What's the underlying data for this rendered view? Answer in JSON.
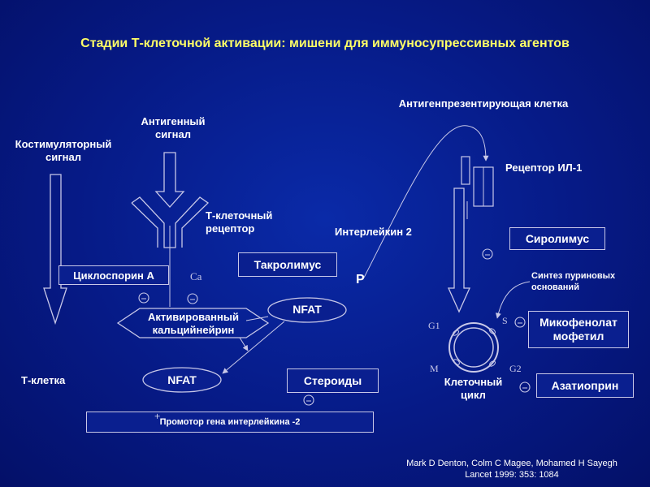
{
  "title": "Стадии Т-клеточной активации: мишени для иммуносупрессивных агентов",
  "labels": {
    "costim": "Костимуляторный сигнал",
    "antigen_signal": "Антигенный сигнал",
    "tcr": "Т-клеточный рецептор",
    "apc": "Антигенпрезентирующая клетка",
    "il1_receptor": "Рецептор ИЛ-1",
    "il2": "Интерлейкин 2",
    "calcium": "Ca",
    "activated_calcineurin": "Активированный кальцийнейрин",
    "p": "P",
    "t_cell": "Т-клетка",
    "purine_synthesis": "Синтез пуриновых оснований",
    "cell_cycle": "Клеточный цикл",
    "g1": "G1",
    "s": "S",
    "m": "M",
    "g2": "G2",
    "plus": "+"
  },
  "boxes": {
    "cyclosporin": "Циклоспорин А",
    "tacrolimus": "Такролимус",
    "nfat_top": "NFAT",
    "nfat_bottom": "NFAT",
    "steroids": "Стероиды",
    "promoter": "Промотор гена интерлейкина -2",
    "sirolimus": "Сиролимус",
    "mycophenolate": "Микофенолат мофетил",
    "azathioprine": "Азатиоприн"
  },
  "citation": {
    "authors": "Mark D Denton, Colm C Magee, Mohamed H Sayegh",
    "source": "Lancet 1999: 353: 1084"
  },
  "colors": {
    "title": "#ffff66",
    "text": "#ffffff",
    "lines": "#c8c8e8",
    "background": "#061a86"
  }
}
